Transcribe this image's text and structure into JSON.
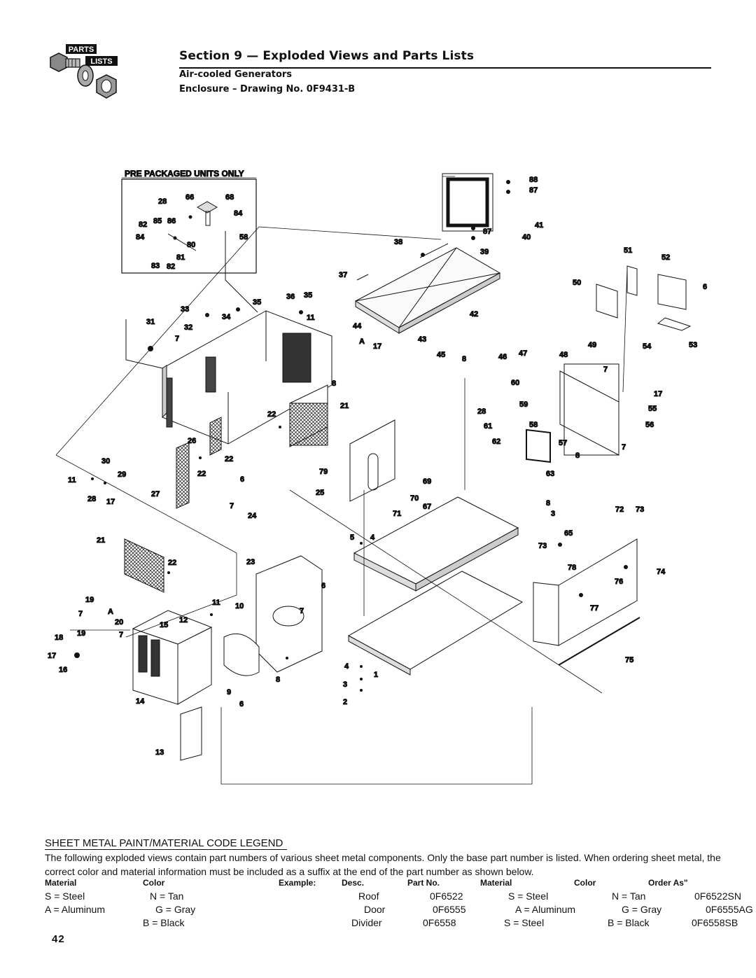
{
  "header": {
    "logo_top": "PARTS",
    "logo_bottom": "LISTS",
    "section_title": "Section 9 — Exploded Views and Parts Lists",
    "subtitle": "Air-cooled Generators",
    "drawing_title": "Enclosure – Drawing No. 0F9431-B"
  },
  "drawing": {
    "inset_title": "PRE PACKAGED UNITS ONLY",
    "callouts": [
      "28",
      "66",
      "68",
      "84",
      "82",
      "85",
      "86",
      "84",
      "58",
      "80",
      "81",
      "83",
      "82",
      "88",
      "87",
      "41",
      "87",
      "40",
      "38",
      "39",
      "37",
      "51",
      "52",
      "6",
      "50",
      "36",
      "35",
      "35",
      "33",
      "34",
      "11",
      "31",
      "32",
      "7",
      "42",
      "44",
      "A",
      "17",
      "43",
      "45",
      "8",
      "46",
      "47",
      "48",
      "49",
      "54",
      "53",
      "7",
      "60",
      "17",
      "8",
      "21",
      "22",
      "28",
      "59",
      "55",
      "56",
      "61",
      "58",
      "62",
      "57",
      "7",
      "8",
      "26",
      "22",
      "30",
      "11",
      "29",
      "22",
      "79",
      "69",
      "70",
      "63",
      "6",
      "25",
      "67",
      "71",
      "28",
      "17",
      "27",
      "7",
      "24",
      "8",
      "72",
      "73",
      "3",
      "5",
      "4",
      "65",
      "21",
      "22",
      "23",
      "73",
      "78",
      "74",
      "6",
      "76",
      "19",
      "7",
      "A",
      "20",
      "11",
      "10",
      "7",
      "77",
      "15",
      "12",
      "19",
      "7",
      "18",
      "17",
      "16",
      "8",
      "4",
      "1",
      "9",
      "3",
      "14",
      "6",
      "2",
      "75",
      "13"
    ]
  },
  "legend": {
    "heading": "SHEET METAL PAINT/MATERIAL CODE LEGEND",
    "text": "The following exploded views contain part numbers of various sheet metal components. Only the base part number is listed. When ordering sheet metal, the correct color and material information must be included as a suffix at the end of the part number as shown below.",
    "headers": {
      "material": "Material",
      "color": "Color",
      "example": "Example:",
      "desc": "Desc.",
      "part_no": "Part No.",
      "material2": "Material",
      "color2": "Color",
      "order_as": "Order As\""
    },
    "rows": [
      {
        "material": "S = Steel",
        "color": "N = Tan",
        "desc": "Roof",
        "part_no": "0F6522",
        "material2": "S = Steel",
        "color2": "N = Tan",
        "order_as": "0F6522SN"
      },
      {
        "material": "A = Aluminum",
        "color": "G = Gray",
        "desc": "Door",
        "part_no": "0F6555",
        "material2": "A = Aluminum",
        "color2": "G = Gray",
        "order_as": "0F6555AG"
      },
      {
        "material": "",
        "color": "B = Black",
        "desc": "Divider",
        "part_no": "0F6558",
        "material2": "S = Steel",
        "color2": "B = Black",
        "order_as": "0F6558SB"
      }
    ]
  },
  "page_number": "42"
}
